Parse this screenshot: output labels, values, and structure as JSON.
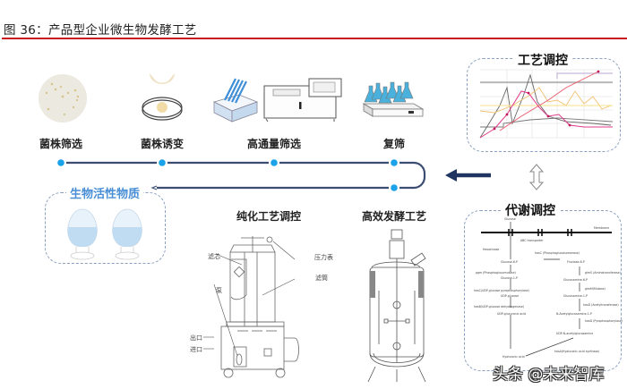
{
  "figure": {
    "title": "图 36：产品型企业微生物发酵工艺",
    "accent_color": "#c9151e",
    "flow_line_color": "#3b4e72",
    "dot_color": "#1aa3e8"
  },
  "top_steps": [
    {
      "label": "菌株筛选",
      "icon": "petri-dish-colonies-icon"
    },
    {
      "label": "菌株诱变",
      "icon": "mutagenesis-dish-icon"
    },
    {
      "label": "高通量筛选",
      "icon": "high-throughput-screener-icon"
    },
    {
      "label": "复筛",
      "icon": "shaker-flasks-icon"
    }
  ],
  "bottom_steps": [
    {
      "label": "纯化工艺调控",
      "icon": "purification-filter-apparatus-icon"
    },
    {
      "label": "高效发酵工艺",
      "icon": "fermenter-tank-icon"
    }
  ],
  "product_box": {
    "title": "生物活性物质",
    "icon": "sample-bottles-icon"
  },
  "control_panels": {
    "process": {
      "title": "工艺调控",
      "icon": "process-line-chart-icon"
    },
    "metabolic": {
      "title": "代谢调控",
      "icon": "metabolic-pathway-icon",
      "nodes": {
        "glucose": "Glucose",
        "membrane": "Membrane",
        "abc": "ABC transporter",
        "hexokinase": "Hexokinase",
        "g6p": "Glucose-6-P",
        "hasc": "hasC (Phosphoglucoisomerase)",
        "f6p": "Fructose-6-P",
        "pgm": "pgm (Phosphoglucomutase)",
        "g1p": "Glucose-1-P",
        "glmS": "glmS (Aminotransferase)",
        "gn6p": "Glucosamine-6-P",
        "hasCudp": "hasC(UDP-glucose pyrophosphorylase)",
        "udpg": "UDP-glucose",
        "glmM": "glmM(Mutase)",
        "gn1p": "Glucosamine-1-P",
        "hasB": "hasB(UDP-glucose dehydrogenase)",
        "hasD1": "hasD (Acetyltransferase)",
        "udpga": "UDP-glucuronic acid",
        "nag1p": "N-Acetylglucosamine-1-P",
        "hasD2": "hasD (Pyrophosphorylase)",
        "udpnag": "UDP-N-acetylglucosamine",
        "hasA": "hasA(Hyaluronic acid synthase)",
        "ha": "Hyaluronic acid"
      }
    }
  },
  "apparatus_labels": {
    "filter_core": "滤芯",
    "pressure_gauge": "压力表",
    "filter_housing": "滤筒",
    "pump": "泵",
    "outlet": "出口",
    "inlet": "进口"
  },
  "watermark": "头条 @未来智库"
}
